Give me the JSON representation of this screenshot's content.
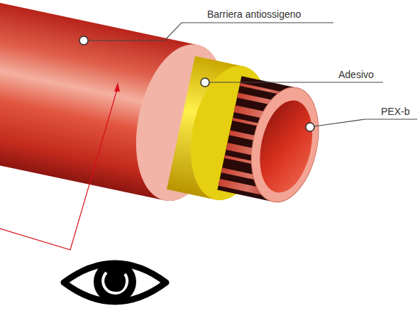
{
  "diagram": {
    "labels": [
      "Barriera antiossigeno",
      "Adesivo",
      "PEX-b"
    ]
  }
}
